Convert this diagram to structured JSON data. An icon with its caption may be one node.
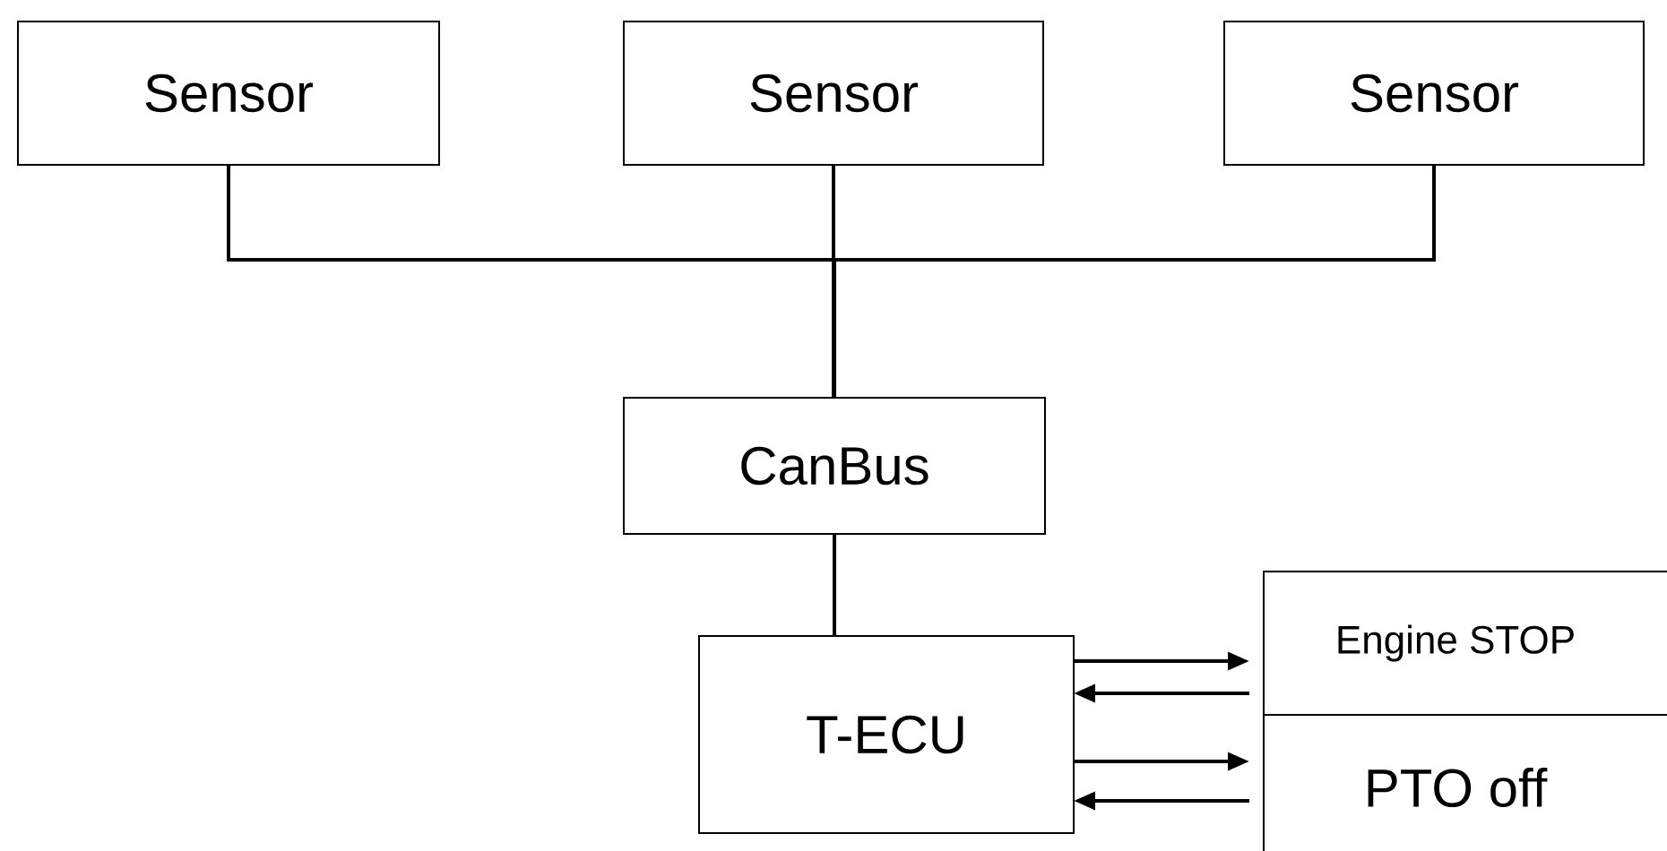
{
  "diagram": {
    "nodes": [
      {
        "text": [
          "Sensor"
        ]
      },
      {
        "text": [
          "Sensor"
        ]
      },
      {
        "text": [
          "Sensor"
        ]
      },
      {
        "text": [
          "CanBus"
        ]
      },
      {
        "text": [
          "T-ECU"
        ]
      },
      {
        "text": [
          "Engine STOP"
        ]
      },
      {
        "text": [
          "PTO off"
        ]
      }
    ],
    "edges": [
      {
        "from": 0,
        "to": 3,
        "arrow": "none"
      },
      {
        "from": 1,
        "to": 3,
        "arrow": "none"
      },
      {
        "from": 2,
        "to": 3,
        "arrow": "none"
      },
      {
        "from": 3,
        "to": 4,
        "arrow": "none"
      },
      {
        "from": 4,
        "to": 5,
        "arrow": "to"
      },
      {
        "from": 5,
        "to": 4,
        "arrow": "to"
      },
      {
        "from": 4,
        "to": 6,
        "arrow": "to"
      },
      {
        "from": 6,
        "to": 4,
        "arrow": "to"
      }
    ]
  }
}
